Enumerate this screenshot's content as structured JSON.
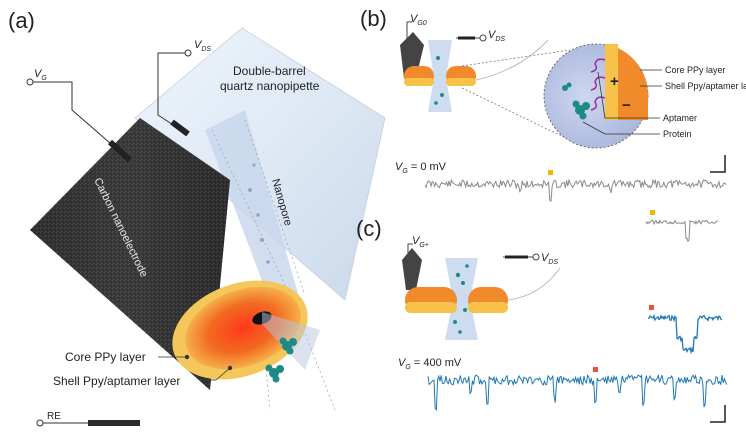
{
  "panels": {
    "a": {
      "label": "(a)",
      "vg_main": "V",
      "vg_sub": "G",
      "vds_main": "V",
      "vds_sub": "DS",
      "pipette_line1": "Double-barrel",
      "pipette_line2": "quartz nanopipette",
      "nanopore": "Nanopore",
      "carbon": "Carbon nanoelectrode",
      "core": "Core PPy layer",
      "shell": "Shell Ppy/aptamer layer",
      "re": "RE"
    },
    "b": {
      "label": "(b)",
      "vg_main": "V",
      "vg_sub": "G0",
      "vds_main": "V",
      "vds_sub": "DS",
      "core": "Core PPy layer",
      "shell": "Shell Ppy/aptamer layer",
      "aptamer": "Aptamer",
      "protein": "Protein",
      "plus": "+",
      "minus": "−",
      "trace_main": "V",
      "trace_sub": "G",
      "trace_value": " = 0 mV"
    },
    "c": {
      "label": "(c)",
      "vg_main": "V",
      "vg_sub": "G+",
      "vds_main": "V",
      "vds_sub": "DS",
      "trace_main": "V",
      "trace_sub": "G",
      "trace_value": " = 400 mV"
    }
  },
  "colors": {
    "electrode": "#3a3a3a",
    "orange": "#f08a2a",
    "core_orange": "#ee6a1e",
    "shell_yellow": "#f6c24a",
    "trace_gray": "#8a8a8a",
    "trace_blue": "#1f78b4",
    "protein": "#1e8a86",
    "marker_yellow": "#f2b705",
    "marker_red": "#e8533a"
  }
}
